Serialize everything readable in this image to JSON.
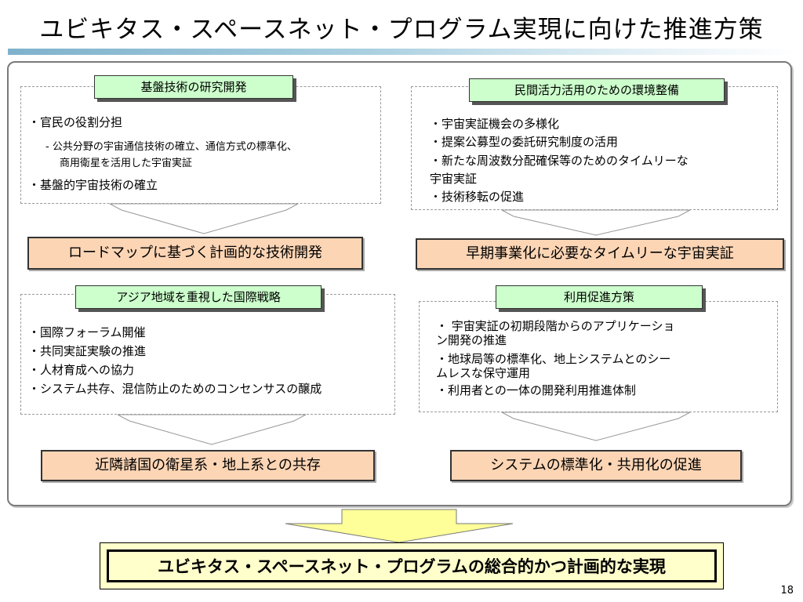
{
  "title": "ユビキタス・スペースネット・プログラム実現に向けた推進方策",
  "quadrants": [
    {
      "label": "基盤技術の研究開発",
      "items": [
        "・官民の役割分担",
        "‐ 公共分野の宇宙通信技術の確立、通信方式の標準化、",
        "商用衛星を活用した宇宙実証",
        "・基盤的宇宙技術の確立"
      ],
      "outcome": "ロードマップに基づく計画的な技術開発"
    },
    {
      "label": "民間活力活用のための環境整備",
      "items": [
        "・宇宙実証機会の多様化",
        "・提案公募型の委託研究制度の活用",
        "・新たな周波数分配確保等のためのタイムリーな",
        "宇宙実証",
        "・技術移転の促進"
      ],
      "outcome": "早期事業化に必要なタイムリーな宇宙実証"
    },
    {
      "label": "アジア地域を重視した国際戦略",
      "items": [
        "・国際フォーラム開催",
        "・共同実証実験の推進",
        "・人材育成への協力",
        "・システム共存、混信防止のためのコンセンサスの醸成"
      ],
      "outcome": "近隣諸国の衛星系・地上系との共存"
    },
    {
      "label": "利用促進方策",
      "items": [
        "・ 宇宙実証の初期段階からのアプリケーショ",
        "ン開発の推進",
        "・地球局等の標準化、地上システムとのシー",
        "ムレスな保守運用",
        "・利用者との一体の開発利用推進体制"
      ],
      "outcome": "システムの標準化・共用化の促進"
    }
  ],
  "conclusion": "ユビキタス・スペースネット・プログラムの総合的かつ計画的な実現",
  "page_number": "18"
}
